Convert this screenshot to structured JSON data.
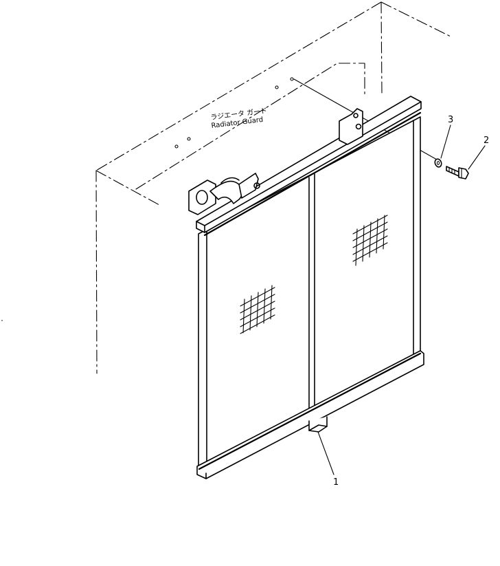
{
  "guard_label_jp": "ラジエータ ガード",
  "guard_label_en": "Radiator Guard",
  "callouts": [
    {
      "num": "1",
      "part": "radiator"
    },
    {
      "num": "2",
      "part": "bolt"
    },
    {
      "num": "3",
      "part": "washer"
    }
  ]
}
